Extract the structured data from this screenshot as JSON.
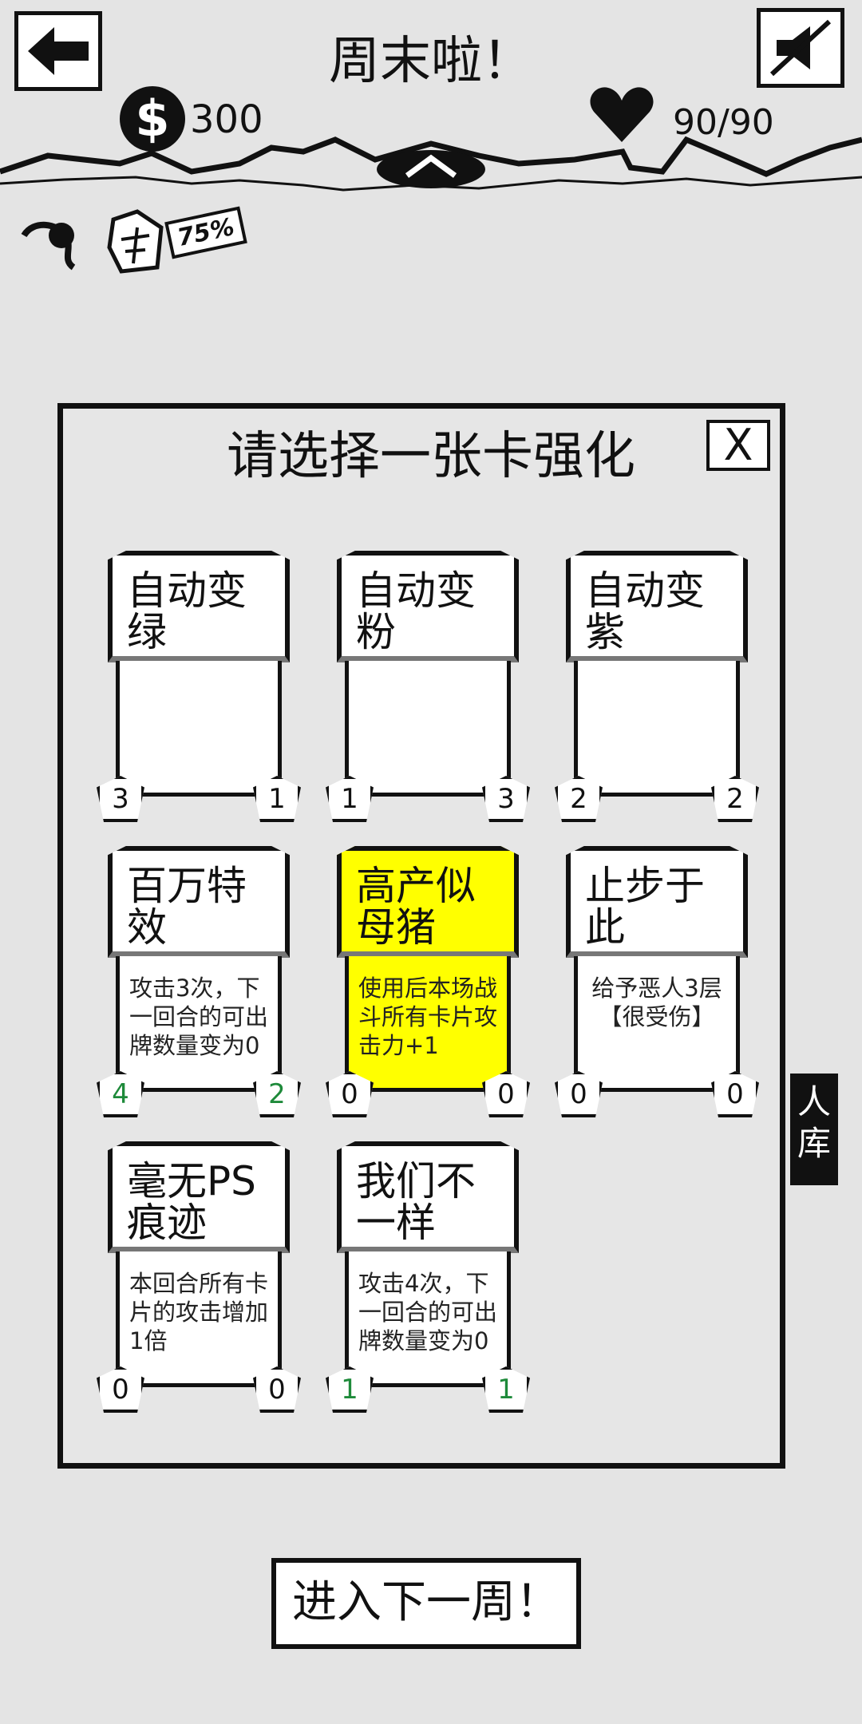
{
  "header": {
    "title": "周末啦！",
    "coins": "300",
    "coin_symbol": "$",
    "hp": "90/90"
  },
  "pet": {
    "badge": "75%"
  },
  "panel": {
    "title": "请选择一张卡强化",
    "close_label": "X"
  },
  "cards": [
    {
      "name": "自动变\n绿",
      "desc": "",
      "left": "3",
      "right": "1"
    },
    {
      "name": "自动变\n粉",
      "desc": "",
      "left": "1",
      "right": "3"
    },
    {
      "name": "自动变\n紫",
      "desc": "",
      "left": "2",
      "right": "2"
    },
    {
      "name": "百万特\n效",
      "desc": "攻击3次，下一回合的可出牌数量变为0",
      "left": "4",
      "right": "2"
    },
    {
      "name": "高产似\n母猪",
      "desc": "使用后本场战斗所有卡片攻击力+1",
      "left": "0",
      "right": "0",
      "selected": true
    },
    {
      "name": "止步于\n此",
      "desc": "给予恶人3层【很受伤】",
      "left": "0",
      "right": "0"
    },
    {
      "name": "毫无PS\n痕迹",
      "desc": "本回合所有卡片的攻击增加1倍",
      "left": "0",
      "right": "0"
    },
    {
      "name": "我们不\n一样",
      "desc": "攻击4次，下一回合的可出牌数量变为0",
      "left": "1",
      "right": "1"
    }
  ],
  "side_stub": "人\n库",
  "next_button": "进入下一周！",
  "colors": {
    "selected": "#ffff00",
    "green_value": "#1e8a3a"
  },
  "icons": [
    "back-arrow-icon",
    "mute-icon",
    "coin-icon",
    "heart-icon",
    "chevron-up-icon",
    "pet-icon",
    "close-icon"
  ]
}
